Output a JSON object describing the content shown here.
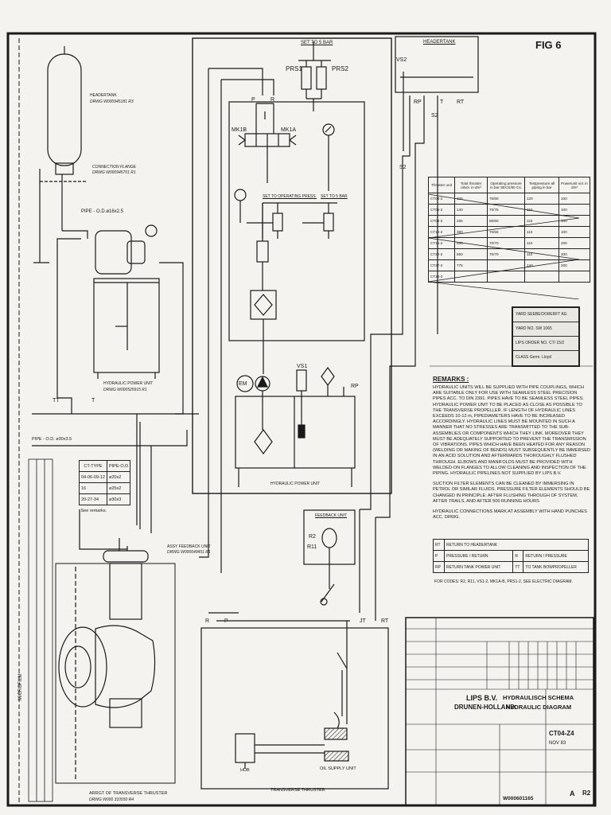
{
  "figure_label": "FIG 6",
  "labels": {
    "set_to_5bar_top": "SET TO 5 BAR",
    "header_tank_top": "HEADERTANK",
    "prs1": "PRS1",
    "prs2": "PRS2",
    "vs2": "VS2",
    "s2_a": "S2",
    "s2_b": "S2",
    "rp_top": "RP",
    "t_top": "T",
    "rt_top": "RT",
    "p_valve": "P",
    "r_valve": "R",
    "mk1b": "MK1B",
    "mk1a": "MK1A",
    "set_operating": "SET TO OPERATING PRESS.",
    "set_5bar_mid": "SET TO 5 BAR",
    "header_tank_left": "HEADERTANK",
    "header_tank_dwg": "DRWG W000945181 R3",
    "connection_flange": "CONNECTION FLANGE",
    "connection_flange_dwg": "DRWG W000945701 R1",
    "pipe_top": "PIPE - O.D.ø16x2.5",
    "hpu_left": "HYDRAULIC POWER UNIT",
    "hpu_left_dwg": "DRWG W000525915 R1",
    "pipe_mid": "PIPE - O.D. ø30x3.5",
    "tt_left": "TT",
    "t_left": "T",
    "em": "EM",
    "vs1": "VS1",
    "rp_mid": "RP",
    "hpu_center": "HYDRAULIC POWER UNIT",
    "feedback_unit": "FEEDBACK UNIT",
    "r2": "R2",
    "r11": "R11",
    "assy_feedback": "ASSY FEEDBACK UNIT",
    "assy_feedback_dwg": "DRWG W000649451 R1",
    "r_bottom": "R",
    "p_bottom": "P",
    "jt_bottom": "JT",
    "rt_bottom": "RT",
    "hub": "HUB",
    "oil_supply": "OIL SUPPLY UNIT",
    "transverse_thruster": "TRANSVERSE THRUSTER",
    "arrgt": "ARRGT OF TRANSVERSE THRUSTER",
    "arrgt_dwg": "DRWG W000 310550 R4",
    "microfilm": "MICROFILM"
  },
  "ct_table": {
    "headers": [
      "CT-TYPE",
      "PIPE-O.D"
    ],
    "rows": [
      [
        "04-06-09-12",
        "ø20x2"
      ],
      [
        "16",
        "ø25x2"
      ],
      [
        "20-27-34",
        "ø30x3"
      ]
    ],
    "note": "See remarks."
  },
  "thruster_table": {
    "headers": [
      "Thruster unit",
      "Total thruster oilvol. in dm³",
      "Operating pressure in bar SECS/60 Cs.",
      "Testpressure all piping in bar",
      "Powerunit vol. in dm³"
    ],
    "rows": [
      [
        "CT04-2",
        "105",
        "75/80",
        "120",
        "100"
      ],
      [
        "CT06-2",
        "140",
        "70/75",
        "110",
        "100"
      ],
      [
        "CT09-2",
        "265",
        "65/60",
        "110",
        "100"
      ],
      [
        "CT12-2",
        "380",
        "70/65",
        "110",
        "100"
      ],
      [
        "CT16-2",
        "530",
        "70/70",
        "110",
        "200"
      ],
      [
        "CT20-2",
        "650",
        "70/70",
        "110",
        "200"
      ],
      [
        "CT27-2",
        "775",
        "",
        "140",
        "200"
      ],
      [
        "CT34-2",
        "",
        "",
        "",
        ""
      ]
    ]
  },
  "stamp": {
    "rows": [
      "YARD  SEEBECKWERFT AG",
      "YARD NO.  SW 1065",
      "LIPS ORDER NO.  CT/ 15/2",
      "CLASS  Germ. Lloyd"
    ]
  },
  "remarks": {
    "title": "REMARKS :",
    "paragraph1": "HYDRAULIC UNITS WILL BE SUPPLIED WITH PIPE COUPLINGS, WHICH ARE SUITABLE ONLY FOR USE WITH SEAMLESS STEEL PRECISION PIPES ACC. TO DIN 2391. PIPES HAVE TO BE SEAMLESS STEEL PIPES. HYDRAULIC POWER UNIT TO BE PLACED AS CLOSE AS POSSIBLE TO THE TRANSVERSE PROPELLER. IF LENGTH OF HYDRAULIC LINES EXCEEDS 10-12 m, PIPEDIAMETERS HAVE TO BE INCREASED ACCORDINGLY. HYDRAULIC LINES MUST BE MOUNTED IN SUCH A MANNER THAT NO STRESSES ARE TRANSMITTED TO THE SUB-ASSEMBLIES OR COMPONENTS WHICH THEY LINK. MOREOVER THEY MUST BE ADEQUATELY SUPPORTED TO PREVENT THE TRANSMISSION OF VIBRATIONS. PIPES WHICH HAVE BEEN HEATED FOR ANY REASON (WELDING OR MAKING OF BENDS) MUST SUBSEQUENTLY BE IMMERSED IN AN ACID SOLUTION AND AFTERWARDS THOROUGHLY FLUSHED THROUGH. ELBOWS AND MANIFOLDS MUST BE PROVIDED WITH WELDED-ON FLANGES TO ALLOW CLEANING AND INSPECTION OF THE PIPING. HYDRAULIC PIPELINES NOT SUPPLIED BY LIPS B.V.",
    "paragraph2": "SUCTION FILTER ELEMENTS CAN BE CLEANED BY IMMERSING IN PETROL OR SIMILAR FLUIDS. PRESSURE FILTER ELEMENTS SHOULD BE CHANGED IN PRINCIPLE: AFTER FLUSHING THROUGH OF SYSTEM, AFTER TRAILS, AND AFTER 500 RUNNING HOURS",
    "paragraph3": "HYDRAULIC CONNECTIONS MARK AT ASSEMBLY WITH HAND PUNCHES ACC. DRWG."
  },
  "connections_table": {
    "rows": [
      [
        "RT",
        "RETURN TO HEADERTANK",
        "",
        ""
      ],
      [
        "P",
        "PRESSURE / RETURN",
        "R",
        "RETURN / PRESSURE"
      ],
      [
        "RP",
        "RETURN TANK POWER UNIT",
        "TT",
        "TO TANK BOWPROPELLER"
      ]
    ]
  },
  "codes_note": "FOR CODES: R2, R11, VS1-2, MK1A-B, PRS1-2, SEE ELECTRIC DIAGRAM.",
  "title_block": {
    "company": "LIPS B.V.",
    "location": "DRUNEN-HOLLAND",
    "title_nl": "HYDRAULISCH SCHEMA",
    "title_en": "HYDRAULIC DIAGRAM",
    "drawing_no": "W000601165",
    "code": "CT04-Z4",
    "date": "NOV 83",
    "sheet": "A",
    "rev": "R2"
  }
}
